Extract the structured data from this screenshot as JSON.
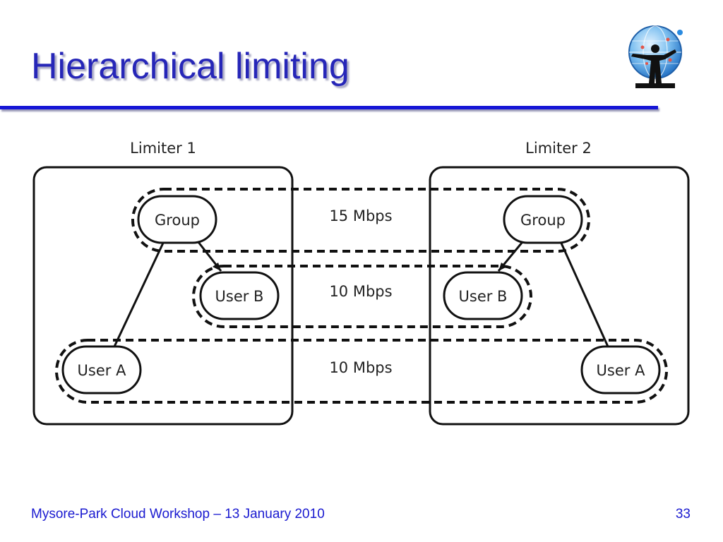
{
  "slide": {
    "title": "Hierarchical limiting"
  },
  "diagram": {
    "limiters": [
      {
        "label": "Limiter 1"
      },
      {
        "label": "Limiter 2"
      }
    ],
    "nodes": {
      "group": "Group",
      "user_b": "User B",
      "user_a": "User A"
    },
    "rates": [
      {
        "tier": "group",
        "label": "15 Mbps"
      },
      {
        "tier": "user_b",
        "label": "10 Mbps"
      },
      {
        "tier": "user_a",
        "label": "10 Mbps"
      }
    ]
  },
  "footer": {
    "event": "Mysore-Park Cloud Workshop",
    "date": "– 13 January 2010",
    "page_number": "33"
  },
  "colors": {
    "title": "#2626b8",
    "rule": "#1616d6",
    "footer": "#1a1ad0"
  },
  "logo": {
    "icon": "globe-person-icon"
  }
}
